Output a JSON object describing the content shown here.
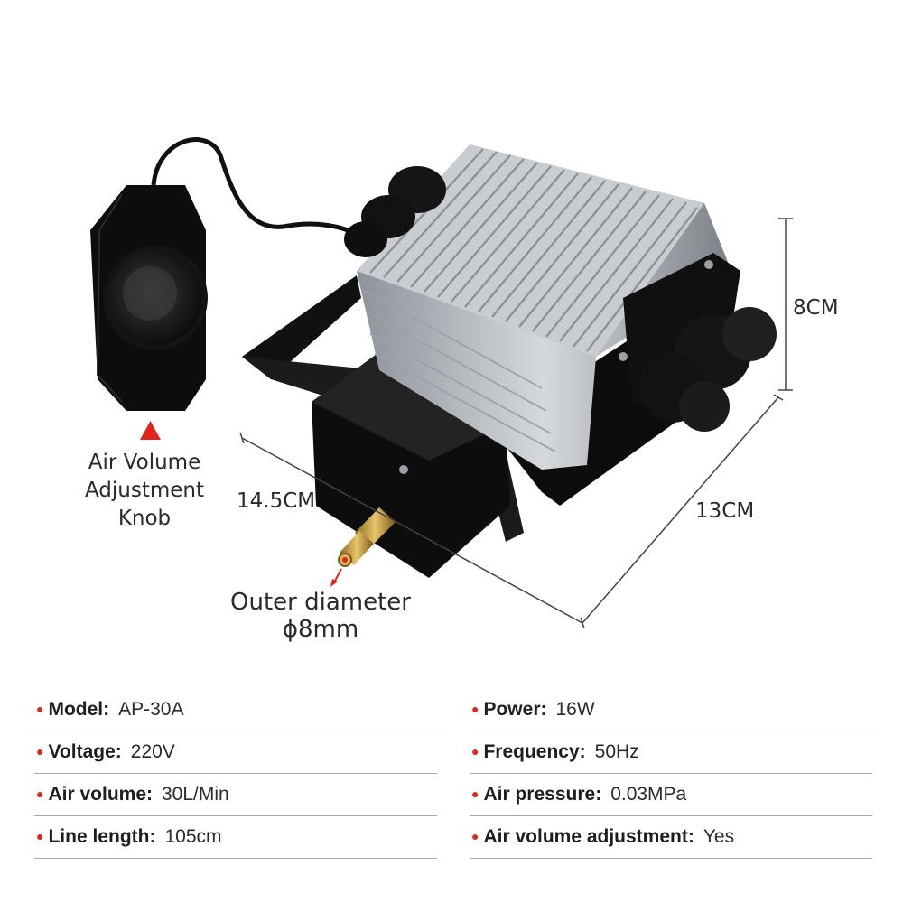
{
  "labels": {
    "knob_line1": "Air Volume",
    "knob_line2": "Adjustment",
    "knob_line3": "Knob",
    "width": "14.5CM",
    "depth": "13CM",
    "height": "8CM",
    "outlet_line1": "Outer diameter",
    "outlet_line2": "ϕ8mm"
  },
  "specs": {
    "left": [
      {
        "key": "Model:",
        "value": "AP-30A"
      },
      {
        "key": "Voltage:",
        "value": "220V"
      },
      {
        "key": "Air volume:",
        "value": "30L/Min"
      },
      {
        "key": "Line length:",
        "value": "105cm"
      }
    ],
    "right": [
      {
        "key": "Power:",
        "value": "16W"
      },
      {
        "key": "Frequency:",
        "value": "50Hz"
      },
      {
        "key": "Air pressure:",
        "value": "0.03MPa"
      },
      {
        "key": "Air volume adjustment:",
        "value": "Yes"
      }
    ]
  },
  "colors": {
    "accent": "#e0261d",
    "body": "#0e0e0e",
    "fins": "#b8bcc2"
  }
}
